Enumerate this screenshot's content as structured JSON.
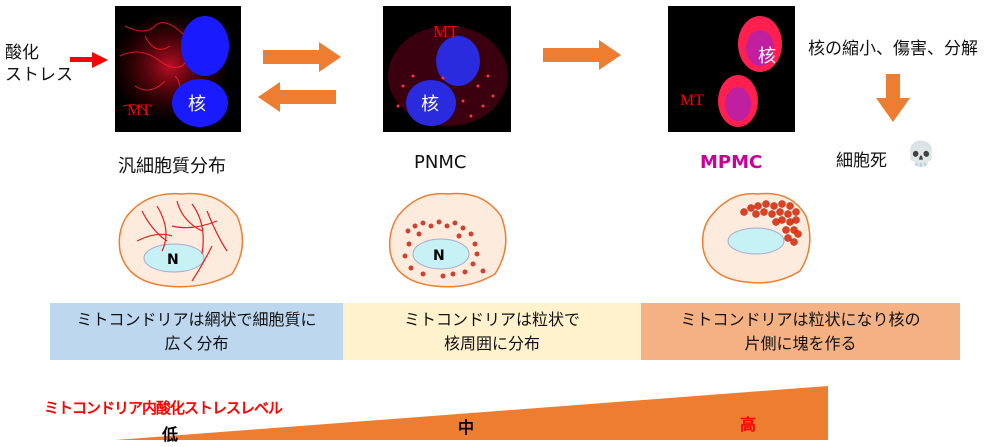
{
  "left_label": {
    "line1": "酸化",
    "line2": "ストレス"
  },
  "micrographs": [
    {
      "mt_label": "MT",
      "nucleus_label": "核"
    },
    {
      "mt_label": "MT",
      "nucleus_label": "核"
    },
    {
      "mt_label": "MT",
      "nucleus_label": "核"
    }
  ],
  "stages": [
    "汎細胞質分布",
    "PNMC",
    "MPMC"
  ],
  "right": {
    "damage": "核の縮小、傷害、分解",
    "death": "細胞死",
    "skull_icon": "💀"
  },
  "nucleus_cell_label": "N",
  "descriptions": [
    {
      "line1": "ミトコンドリアは網状で細胞質に",
      "line2": "広く分布"
    },
    {
      "line1": "ミトコンドリアは粒状で",
      "line2": "核周囲に分布"
    },
    {
      "line1": "ミトコンドリアは粒状になり核の",
      "line2": "片側に塊を作る"
    }
  ],
  "stress": {
    "title": "ミトコンドリア内酸化ストレスレベル",
    "low": "低",
    "mid": "中",
    "high": "高"
  },
  "colors": {
    "arrow": "#ED7D31",
    "red": "#FF0000",
    "magenta": "#CC0099",
    "blue_box": "#BDD7EE",
    "yellow_box": "#FFF2CC",
    "orange_box": "#F4B183"
  }
}
